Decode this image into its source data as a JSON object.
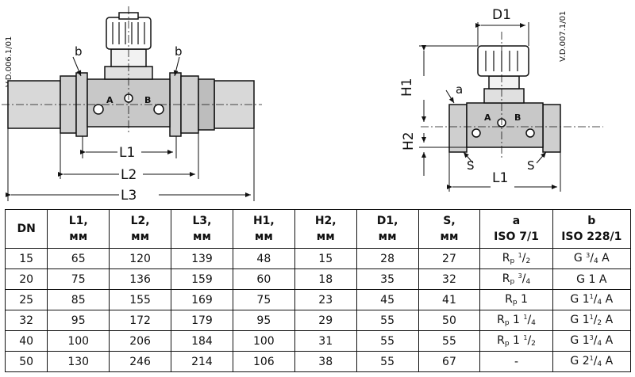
{
  "left_view": {
    "code": "V.D.006.1/01",
    "labels": {
      "b_left": "b",
      "b_right": "b",
      "A": "A",
      "B": "B",
      "L1": "L1",
      "L2": "L2",
      "L3": "L3"
    }
  },
  "right_view": {
    "code": "V.D.007.1/01",
    "labels": {
      "D1": "D1",
      "H1": "H1",
      "H2": "H2",
      "a": "a",
      "A": "A",
      "B": "B",
      "S_left": "S",
      "S_right": "S",
      "L1": "L1"
    }
  },
  "table": {
    "headers": [
      {
        "top": "DN",
        "bottom": ""
      },
      {
        "top": "L1,",
        "bottom": "мм"
      },
      {
        "top": "L2,",
        "bottom": "мм"
      },
      {
        "top": "L3,",
        "bottom": "мм"
      },
      {
        "top": "H1,",
        "bottom": "мм"
      },
      {
        "top": "H2,",
        "bottom": "мм"
      },
      {
        "top": "D1,",
        "bottom": "мм"
      },
      {
        "top": "S,",
        "bottom": "мм"
      },
      {
        "top": "a",
        "bottom": "ISO 7/1"
      },
      {
        "top": "b",
        "bottom": "ISO 228/1"
      }
    ],
    "rows": [
      {
        "dn": "15",
        "l1": "65",
        "l2": "120",
        "l3": "139",
        "h1": "48",
        "h2": "15",
        "d1": "28",
        "s": "27",
        "a": {
          "pre": "R",
          "sub": "p",
          "int": "",
          "num": "1",
          "den": "2"
        },
        "b": {
          "pre": "G ",
          "int": "",
          "num": "3",
          "den": "4",
          "post": " A"
        }
      },
      {
        "dn": "20",
        "l1": "75",
        "l2": "136",
        "l3": "159",
        "h1": "60",
        "h2": "18",
        "d1": "35",
        "s": "32",
        "a": {
          "pre": "R",
          "sub": "p",
          "int": "",
          "num": "3",
          "den": "4"
        },
        "b": {
          "pre": "G 1 A",
          "int": "",
          "num": "",
          "den": "",
          "post": ""
        }
      },
      {
        "dn": "25",
        "l1": "85",
        "l2": "155",
        "l3": "169",
        "h1": "75",
        "h2": "23",
        "d1": "45",
        "s": "41",
        "a": {
          "pre": "R",
          "sub": "p",
          "int": " 1",
          "num": "",
          "den": ""
        },
        "b": {
          "pre": "G 1",
          "int": "",
          "num": "1",
          "den": "4",
          "post": " A"
        }
      },
      {
        "dn": "32",
        "l1": "95",
        "l2": "172",
        "l3": "179",
        "h1": "95",
        "h2": "29",
        "d1": "55",
        "s": "50",
        "a": {
          "pre": "R",
          "sub": "p",
          "int": " 1",
          "num": "1",
          "den": "4"
        },
        "b": {
          "pre": "G 1",
          "int": "",
          "num": "1",
          "den": "2",
          "post": " A"
        }
      },
      {
        "dn": "40",
        "l1": "100",
        "l2": "206",
        "l3": "184",
        "h1": "100",
        "h2": "31",
        "d1": "55",
        "s": "55",
        "a": {
          "pre": "R",
          "sub": "p",
          "int": " 1",
          "num": "1",
          "den": "2"
        },
        "b": {
          "pre": "G 1",
          "int": "",
          "num": "3",
          "den": "4",
          "post": " A"
        }
      },
      {
        "dn": "50",
        "l1": "130",
        "l2": "246",
        "l3": "214",
        "h1": "106",
        "h2": "38",
        "d1": "55",
        "s": "67",
        "a": {
          "pre": "-",
          "sub": "",
          "int": "",
          "num": "",
          "den": ""
        },
        "b": {
          "pre": "G 2",
          "int": "",
          "num": "1",
          "den": "4",
          "post": " A"
        }
      }
    ]
  }
}
